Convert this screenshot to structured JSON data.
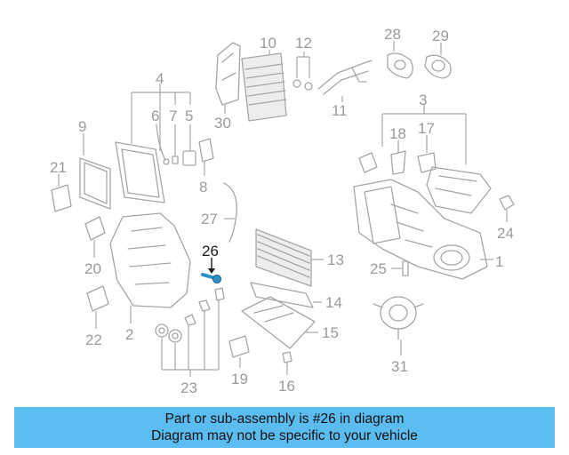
{
  "callouts": {
    "c1": "1",
    "c2": "2",
    "c3": "3",
    "c4": "4",
    "c5": "5",
    "c6": "6",
    "c7": "7",
    "c8": "8",
    "c9": "9",
    "c10": "10",
    "c11": "11",
    "c12": "12",
    "c13": "13",
    "c14": "14",
    "c15": "15",
    "c16": "16",
    "c17": "17",
    "c18": "18",
    "c19": "19",
    "c20": "20",
    "c21": "21",
    "c22": "22",
    "c23": "23",
    "c24": "24",
    "c25": "25",
    "c26": "26",
    "c27": "27",
    "c28": "28",
    "c29": "29",
    "c30": "30",
    "c31": "31"
  },
  "highlight_part": "26",
  "colors": {
    "banner": "#5bbcf0",
    "highlight_part": "#2a8fc8",
    "line_art": "#a6a6a6"
  },
  "banner": {
    "line1": "Part or sub-assembly is #26 in diagram",
    "line2": "Diagram may not be specific to your vehicle"
  }
}
